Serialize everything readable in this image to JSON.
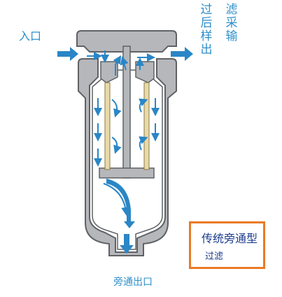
{
  "labels": {
    "inlet": "入口",
    "outlet_col1": "过后样出",
    "outlet_col2": "滤采输",
    "bypass_outlet": "旁通出口"
  },
  "info_box": {
    "title": "传统旁通型",
    "subtitle": "过滤"
  },
  "colors": {
    "arrow": "#2a86c6",
    "housing": "#b5b7ba",
    "housing_dark": "#5f6265",
    "filter_element": "#e8d9a8",
    "box_border": "#ea7a26",
    "text_blue": "#2e8fc9",
    "text_dark_blue": "#1b3b8c"
  }
}
